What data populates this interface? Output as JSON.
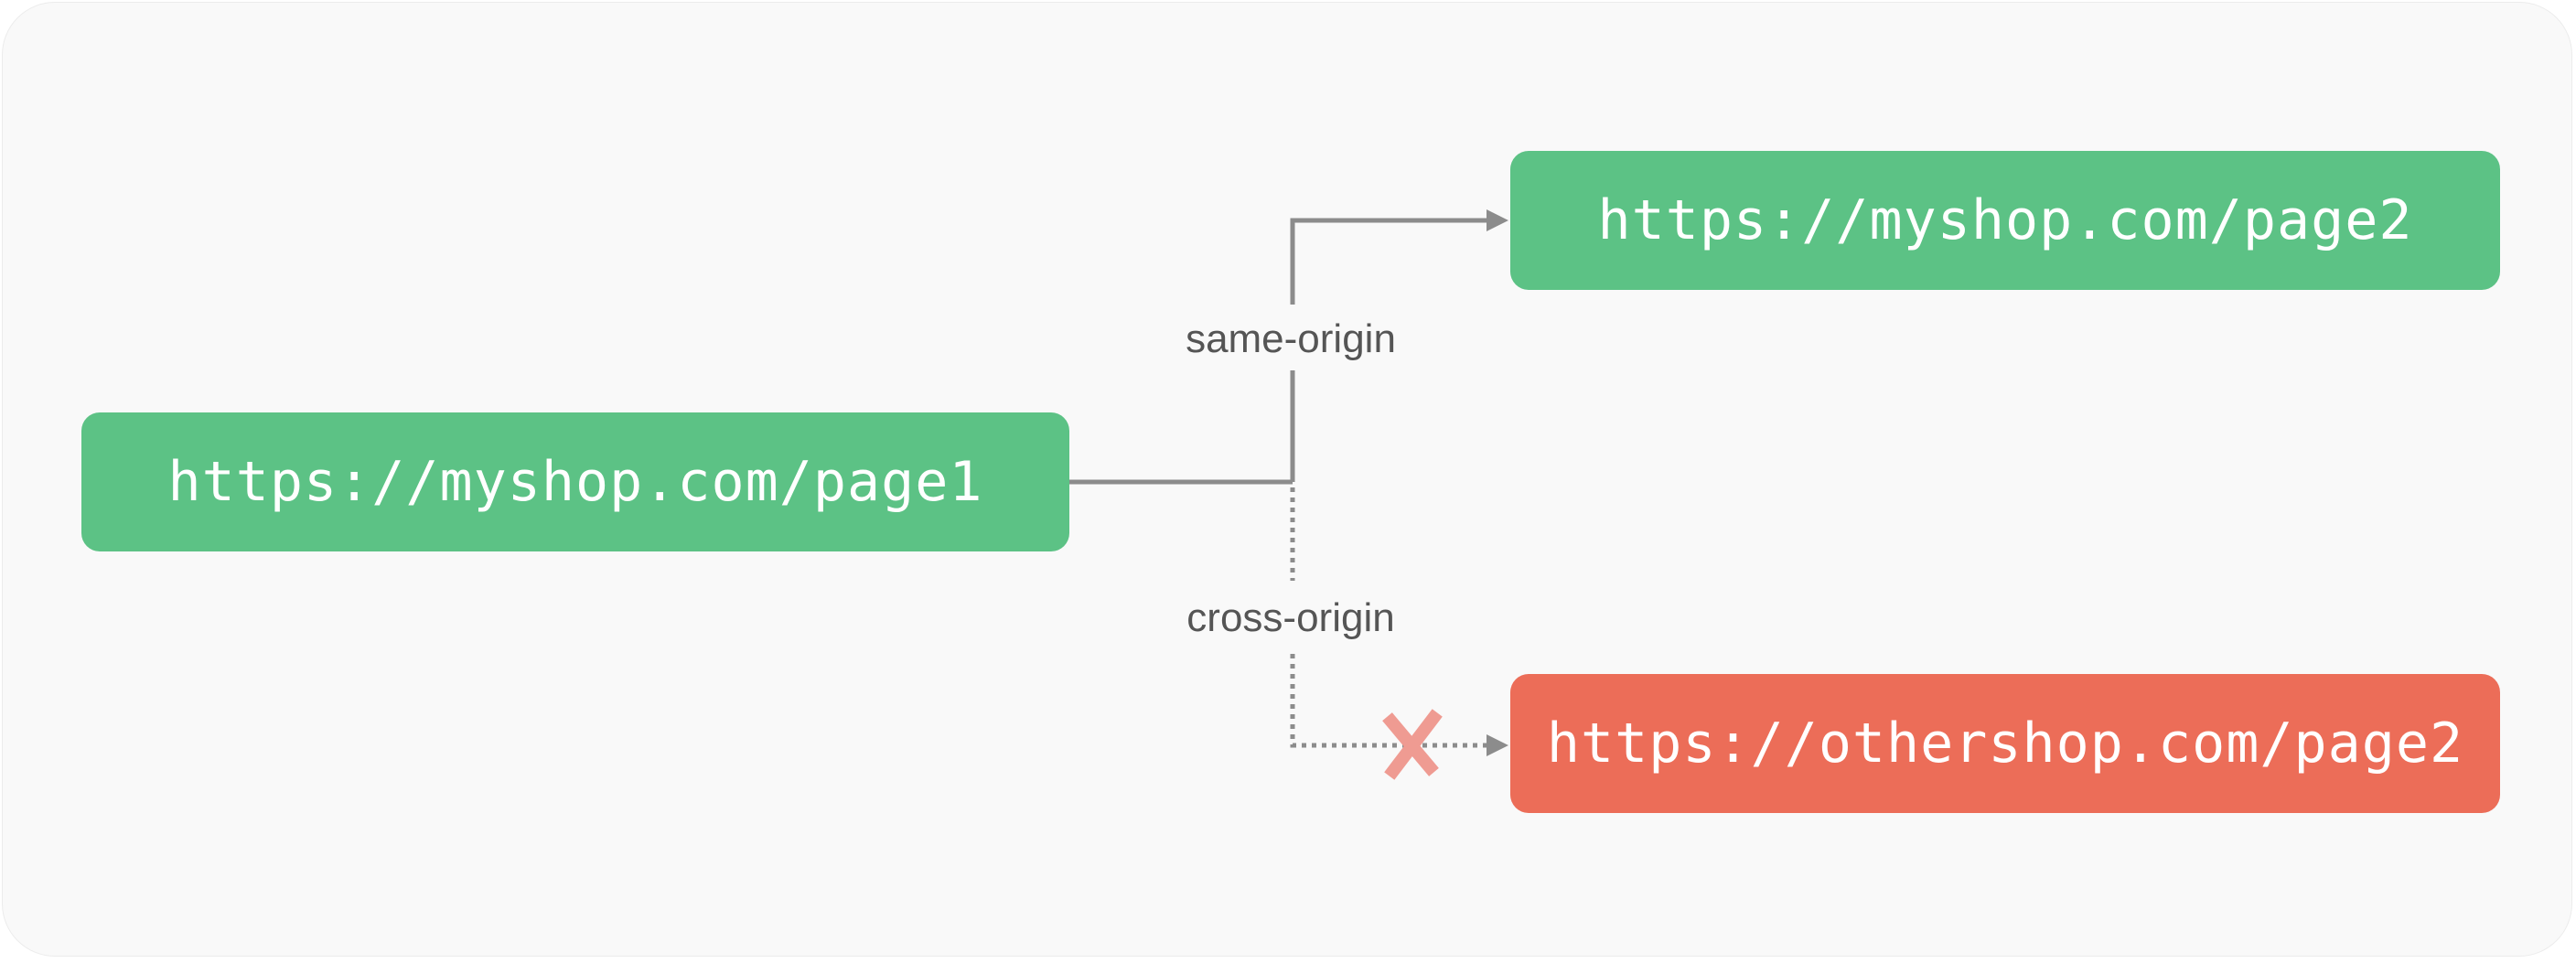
{
  "nodes": {
    "source": {
      "url": "https://myshop.com/page1",
      "color": "#5cc285"
    },
    "same_origin_target": {
      "url": "https://myshop.com/page2",
      "color": "#5cc285"
    },
    "cross_origin_target": {
      "url": "https://othershop.com/page2",
      "color": "#ec6d58"
    }
  },
  "edges": {
    "same_origin": {
      "label": "same-origin",
      "style": "solid",
      "allowed": true
    },
    "cross_origin": {
      "label": "cross-origin",
      "style": "dotted",
      "allowed": false,
      "blocked_marker": "x-icon"
    }
  },
  "colors": {
    "connector": "#8c8c8c",
    "blocked_marker": "#ef9b92",
    "background": "#f9f9f9"
  }
}
